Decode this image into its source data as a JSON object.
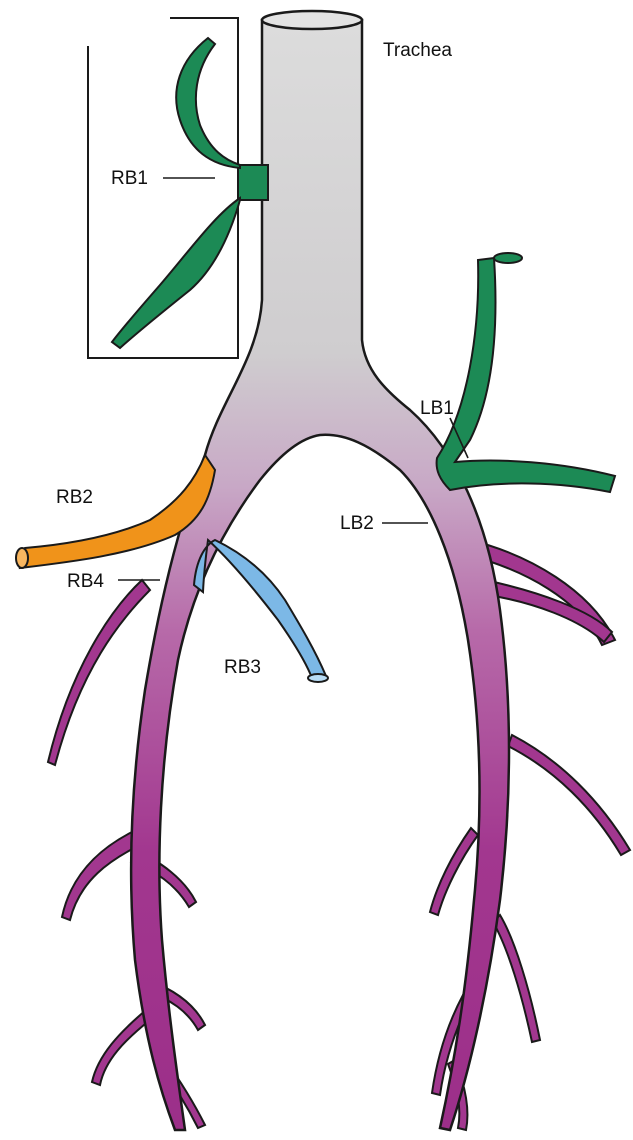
{
  "diagram": {
    "labels": {
      "trachea": "Trachea",
      "rb1": "RB1",
      "rb2": "RB2",
      "rb3": "RB3",
      "rb4": "RB4",
      "lb1": "LB1",
      "lb2": "LB2"
    },
    "colors": {
      "trachea_top": "#d9d9d9",
      "trachea_mid": "#cfcfcf",
      "airway_magenta": "#a2378f",
      "airway_pale": "#c9a6c7",
      "rb1_green": "#1c8a55",
      "lb1_green": "#1c8a55",
      "rb2_orange": "#f0931a",
      "rb3_blue": "#7cb8e6",
      "outline": "#1a1a1a"
    }
  }
}
